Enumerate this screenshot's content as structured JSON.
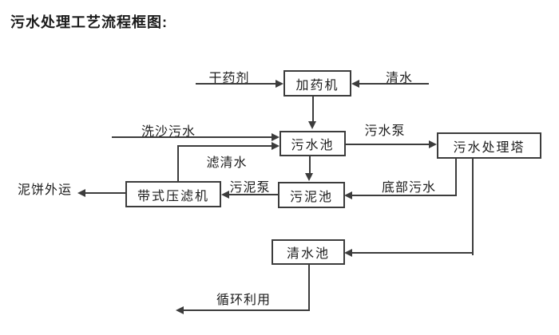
{
  "title": "污水处理工艺流程框图:",
  "nodes": {
    "dosing_machine": "加药机",
    "sewage_pool": "污水池",
    "treatment_tower": "污水处理塔",
    "belt_filter_press": "带式压滤机",
    "sludge_pool": "污泥池",
    "clean_water_pool": "清水池"
  },
  "flows": {
    "dry_agent": "干药剂",
    "clean_water": "清水",
    "sand_washing_sewage": "洗沙污水",
    "filtered_water": "滤清水",
    "sewage_pump": "污水泵",
    "bottom_sewage": "底部污水",
    "sludge_pump": "污泥泵",
    "mud_cake_outbound": "泥饼外运",
    "recycle_use": "循环利用"
  },
  "edges": [
    {
      "from": "干药剂",
      "to": "加药机"
    },
    {
      "from": "清水",
      "to": "加药机"
    },
    {
      "from": "加药机",
      "to": "污水池"
    },
    {
      "from": "洗沙污水",
      "to": "污水池"
    },
    {
      "from": "带式压滤机",
      "to": "污水池",
      "label": "滤清水"
    },
    {
      "from": "污水池",
      "to": "污水处理塔",
      "label": "污水泵"
    },
    {
      "from": "污水池",
      "to": "污泥池"
    },
    {
      "from": "污水处理塔",
      "to": "污泥池",
      "label": "底部污水"
    },
    {
      "from": "污泥池",
      "to": "带式压滤机",
      "label": "污泥泵"
    },
    {
      "from": "带式压滤机",
      "to": "泥饼外运"
    },
    {
      "from": "污水处理塔",
      "to": "清水池"
    },
    {
      "from": "清水池",
      "to": "循环利用"
    }
  ],
  "colors": {
    "line": "#3c3c3c",
    "text": "#1c1c1c",
    "background": "#ffffff"
  }
}
